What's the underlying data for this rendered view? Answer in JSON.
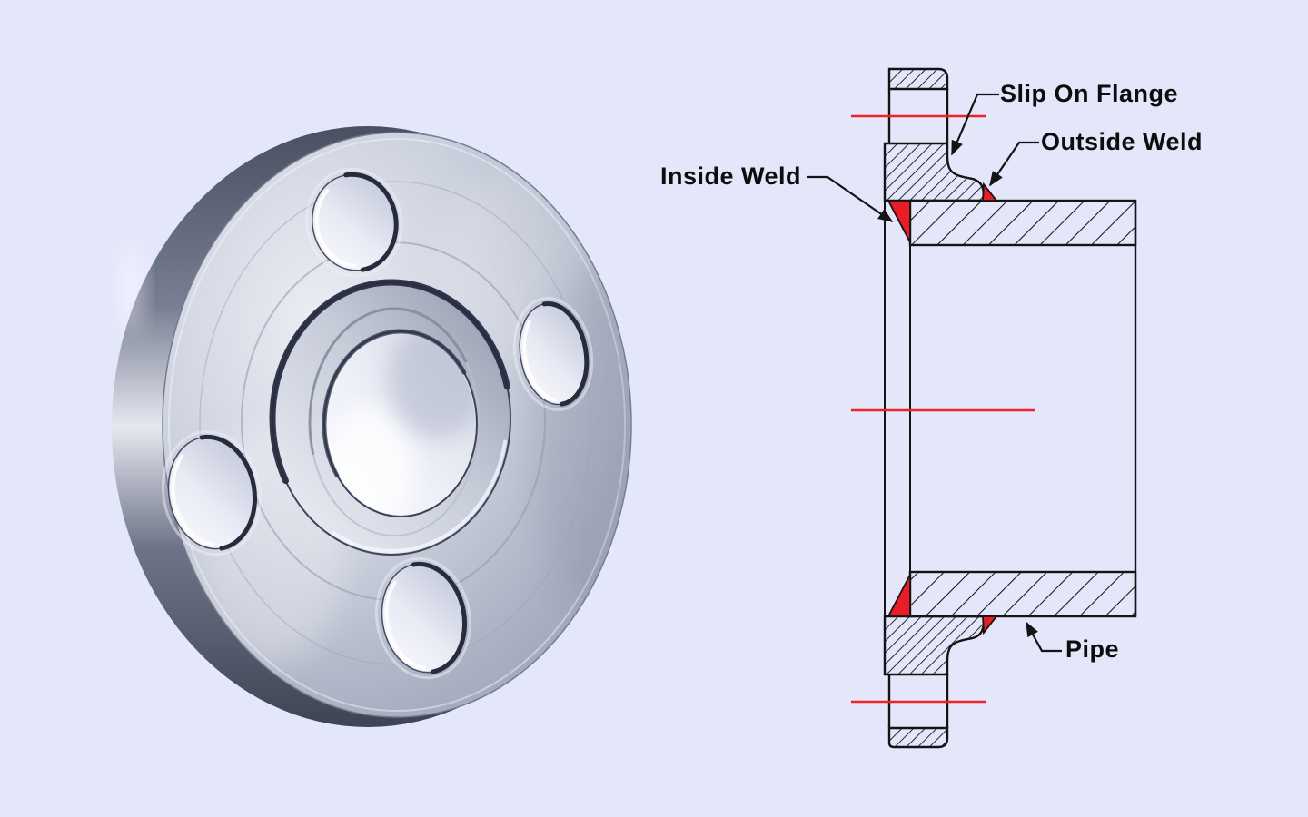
{
  "page": {
    "background_color": "#e4e6fa"
  },
  "diagram": {
    "labels": {
      "slip_on_flange": "Slip On Flange",
      "outside_weld": "Outside Weld",
      "inside_weld": "Inside Weld",
      "pipe": "Pipe"
    },
    "colors": {
      "line": "#141414",
      "weld_fill": "#e91d25",
      "centerline": "#ee2127",
      "background": "#e4e6fa"
    }
  }
}
